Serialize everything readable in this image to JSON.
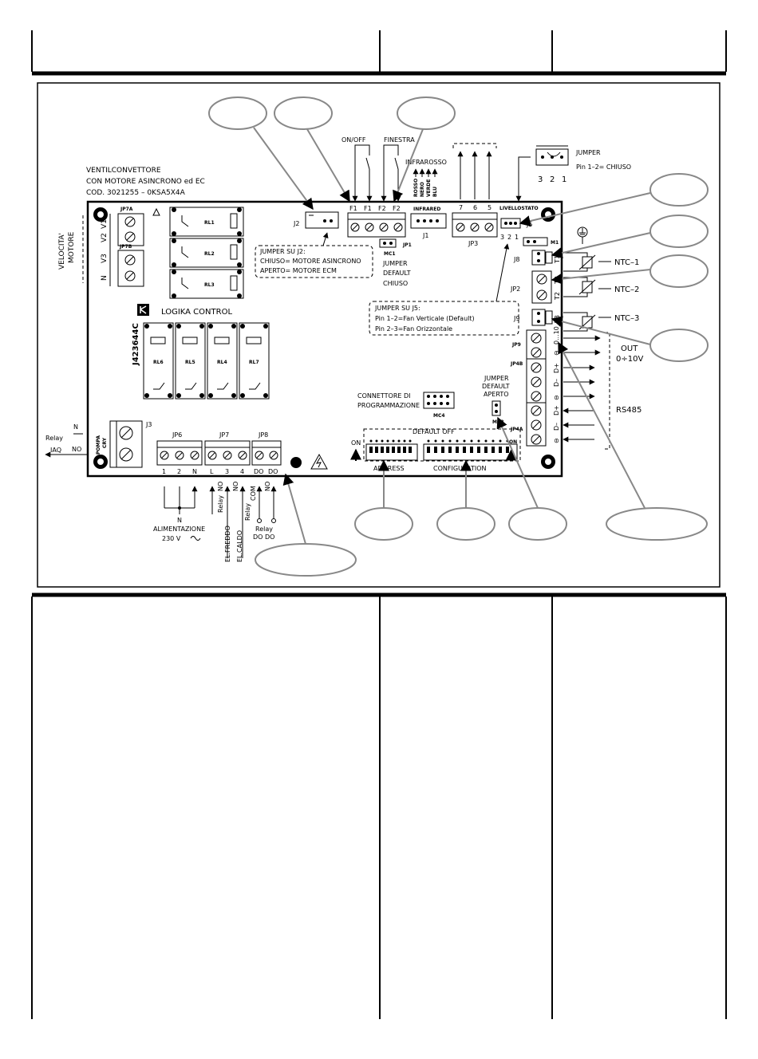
{
  "board": {
    "title_line1": "VENTILCONVETTORE",
    "title_line2": "CON MOTORE ASINCRONO ed EC",
    "title_line3": "COD. 3021255 – 0KSA5X4A",
    "brand": "LOGIKA CONTROL",
    "serial": "J423644C"
  },
  "relays": [
    "RL1",
    "RL2",
    "RL3",
    "RL6",
    "RL5",
    "RL4",
    "RL7"
  ],
  "connectors": {
    "jp7a": "JP7A",
    "jp7b": "JP7B",
    "j2": "J2",
    "j1": "J1",
    "jp1": "JP1",
    "jp3": "JP3",
    "j5": "J5",
    "j8": "J8",
    "jp2": "JP2",
    "j9": "J9",
    "jp9": "JP9",
    "jp4b": "JP4B",
    "jp4a": "JP4A",
    "j3": "J3",
    "jp6": "JP6",
    "jp7": "JP7",
    "jp8": "JP8",
    "mc1": "MC1",
    "mc2": "MC2",
    "mc4": "MC4",
    "m1": "M1"
  },
  "motor_speed": {
    "label1": "VELOCITA'",
    "label2": "MOTORE",
    "pins": [
      "V1",
      "V2",
      "V3",
      "N"
    ]
  },
  "inputs": {
    "on_off": "ON/OFF",
    "finestra": "FINESTRA",
    "infrarosso": "INFRAROSSO",
    "infrared": "INFRARED",
    "ir_wires": [
      "ROSSO",
      "NERO",
      "VERDE",
      "BLU"
    ],
    "f_pins": [
      "F1",
      "F1",
      "F2",
      "F2"
    ],
    "jp3_pins": [
      "7",
      "6",
      "5"
    ],
    "livellostato": "LIVELLOSTATO"
  },
  "jumper_legend": {
    "title": "JUMPER",
    "text": "Pin 1–2= CHIUSO",
    "pins": [
      "3",
      "2",
      "1"
    ]
  },
  "j5_pins": [
    "3",
    "2",
    "1"
  ],
  "note_j2": {
    "title": "JUMPER SU J2:",
    "line1": "CHIUSO= MOTORE ASINCRONO",
    "line2": "APERTO= MOTORE ECM"
  },
  "jp1_note": [
    "JUMPER",
    "DEFAULT",
    "CHIUSO"
  ],
  "note_j5": {
    "title": "JUMPER SU J5:",
    "line1": "Pin 1–2=Fan Verticale (Default)",
    "line2": "Pin 2–3=Fan Orizzontale"
  },
  "sensors": {
    "t_pins": [
      "T1",
      "T2",
      "T2",
      "T3"
    ],
    "names": [
      "NTC–1",
      "NTC–2",
      "NTC–3"
    ]
  },
  "outputs": {
    "jp9_pins": [
      "0...10",
      "⊖"
    ],
    "out_label": "OUT",
    "out_range": "0÷10V",
    "rs485_pins": [
      "D+",
      "D–",
      "⊖",
      "D+",
      "D–",
      "⊖"
    ],
    "rs485": "RS485"
  },
  "mc2_note": [
    "JUMPER",
    "DEFAULT",
    "APERTO"
  ],
  "programming": {
    "line1": "CONNETTORE DI",
    "line2": "PROGRAMMAZIONE"
  },
  "dip": {
    "default_off": "DEFAULT OFF",
    "on": "ON",
    "address": "ADDRESS",
    "configuration": "CONFIGURATION",
    "on_right": "ON"
  },
  "pump": {
    "pompa": "POMPA",
    "cry": "CRY",
    "relay": "Relay",
    "iaq": "IAQ",
    "n": "N",
    "no": "NO"
  },
  "terminals": {
    "jp6": [
      "1",
      "2",
      "N"
    ],
    "jp7": [
      "L",
      "3",
      "4"
    ],
    "jp8": [
      "DO",
      "DO"
    ]
  },
  "power": {
    "n": "N",
    "alimentazione": "ALIMENTAZIONE",
    "voltage": "230 V"
  },
  "bottom_labels": {
    "relay1": "Relay",
    "no1": "NO",
    "no2": "NO",
    "relay2": "Relay",
    "com": "COM",
    "no3": "NO",
    "el_freddo": "EL.FREDDO",
    "el_caldo": "EL.CALDO",
    "relay_do1": "Relay",
    "relay_do2": "DO DO"
  }
}
